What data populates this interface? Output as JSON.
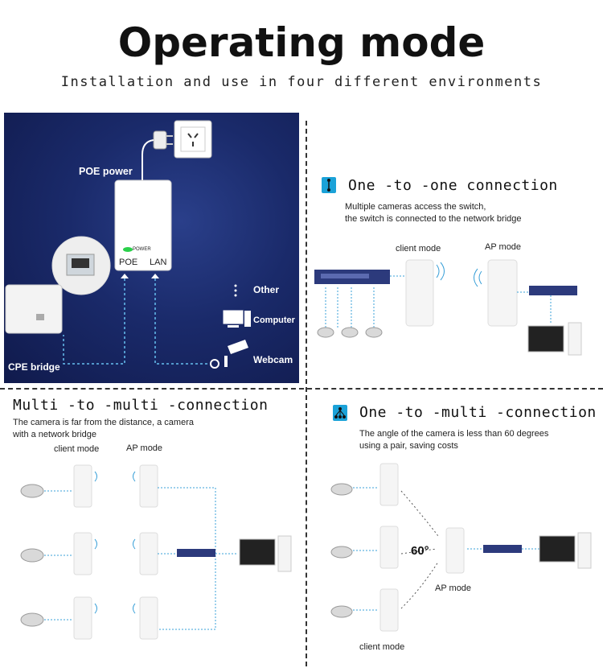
{
  "header": {
    "title": "Operating mode",
    "subtitle": "Installation and use in four different environments"
  },
  "poe_panel": {
    "poe_power_label": "POE power",
    "power_led_label": "POWER",
    "port_poe": "POE",
    "port_lan": "LAN",
    "other_label": "Other",
    "computer_label": "Computer",
    "webcam_label": "Webcam",
    "cpe_label": "CPE bridge"
  },
  "one_to_one": {
    "heading": "One -to -one connection",
    "desc_line1": "Multiple cameras access the switch,",
    "desc_line2": "the switch is connected to the network bridge",
    "client_mode": "client mode",
    "ap_mode": "AP mode"
  },
  "multi_to_multi": {
    "heading": "Multi -to -multi -connection",
    "desc_line1": "The camera is far from the distance, a camera",
    "desc_line2": "with a network bridge",
    "client_mode": "client mode",
    "ap_mode": "AP mode"
  },
  "one_to_multi": {
    "heading": "One -to -multi -connection",
    "desc_line1": "The angle of the camera is less than 60 degrees",
    "desc_line2": "using a pair, saving costs",
    "angle": "60°",
    "ap_mode": "AP mode",
    "client_mode": "client mode"
  },
  "colors": {
    "accent": "#1ba2d8",
    "panel_bg": "#1a2a6a",
    "dotted_line": "#3aa0d8"
  }
}
